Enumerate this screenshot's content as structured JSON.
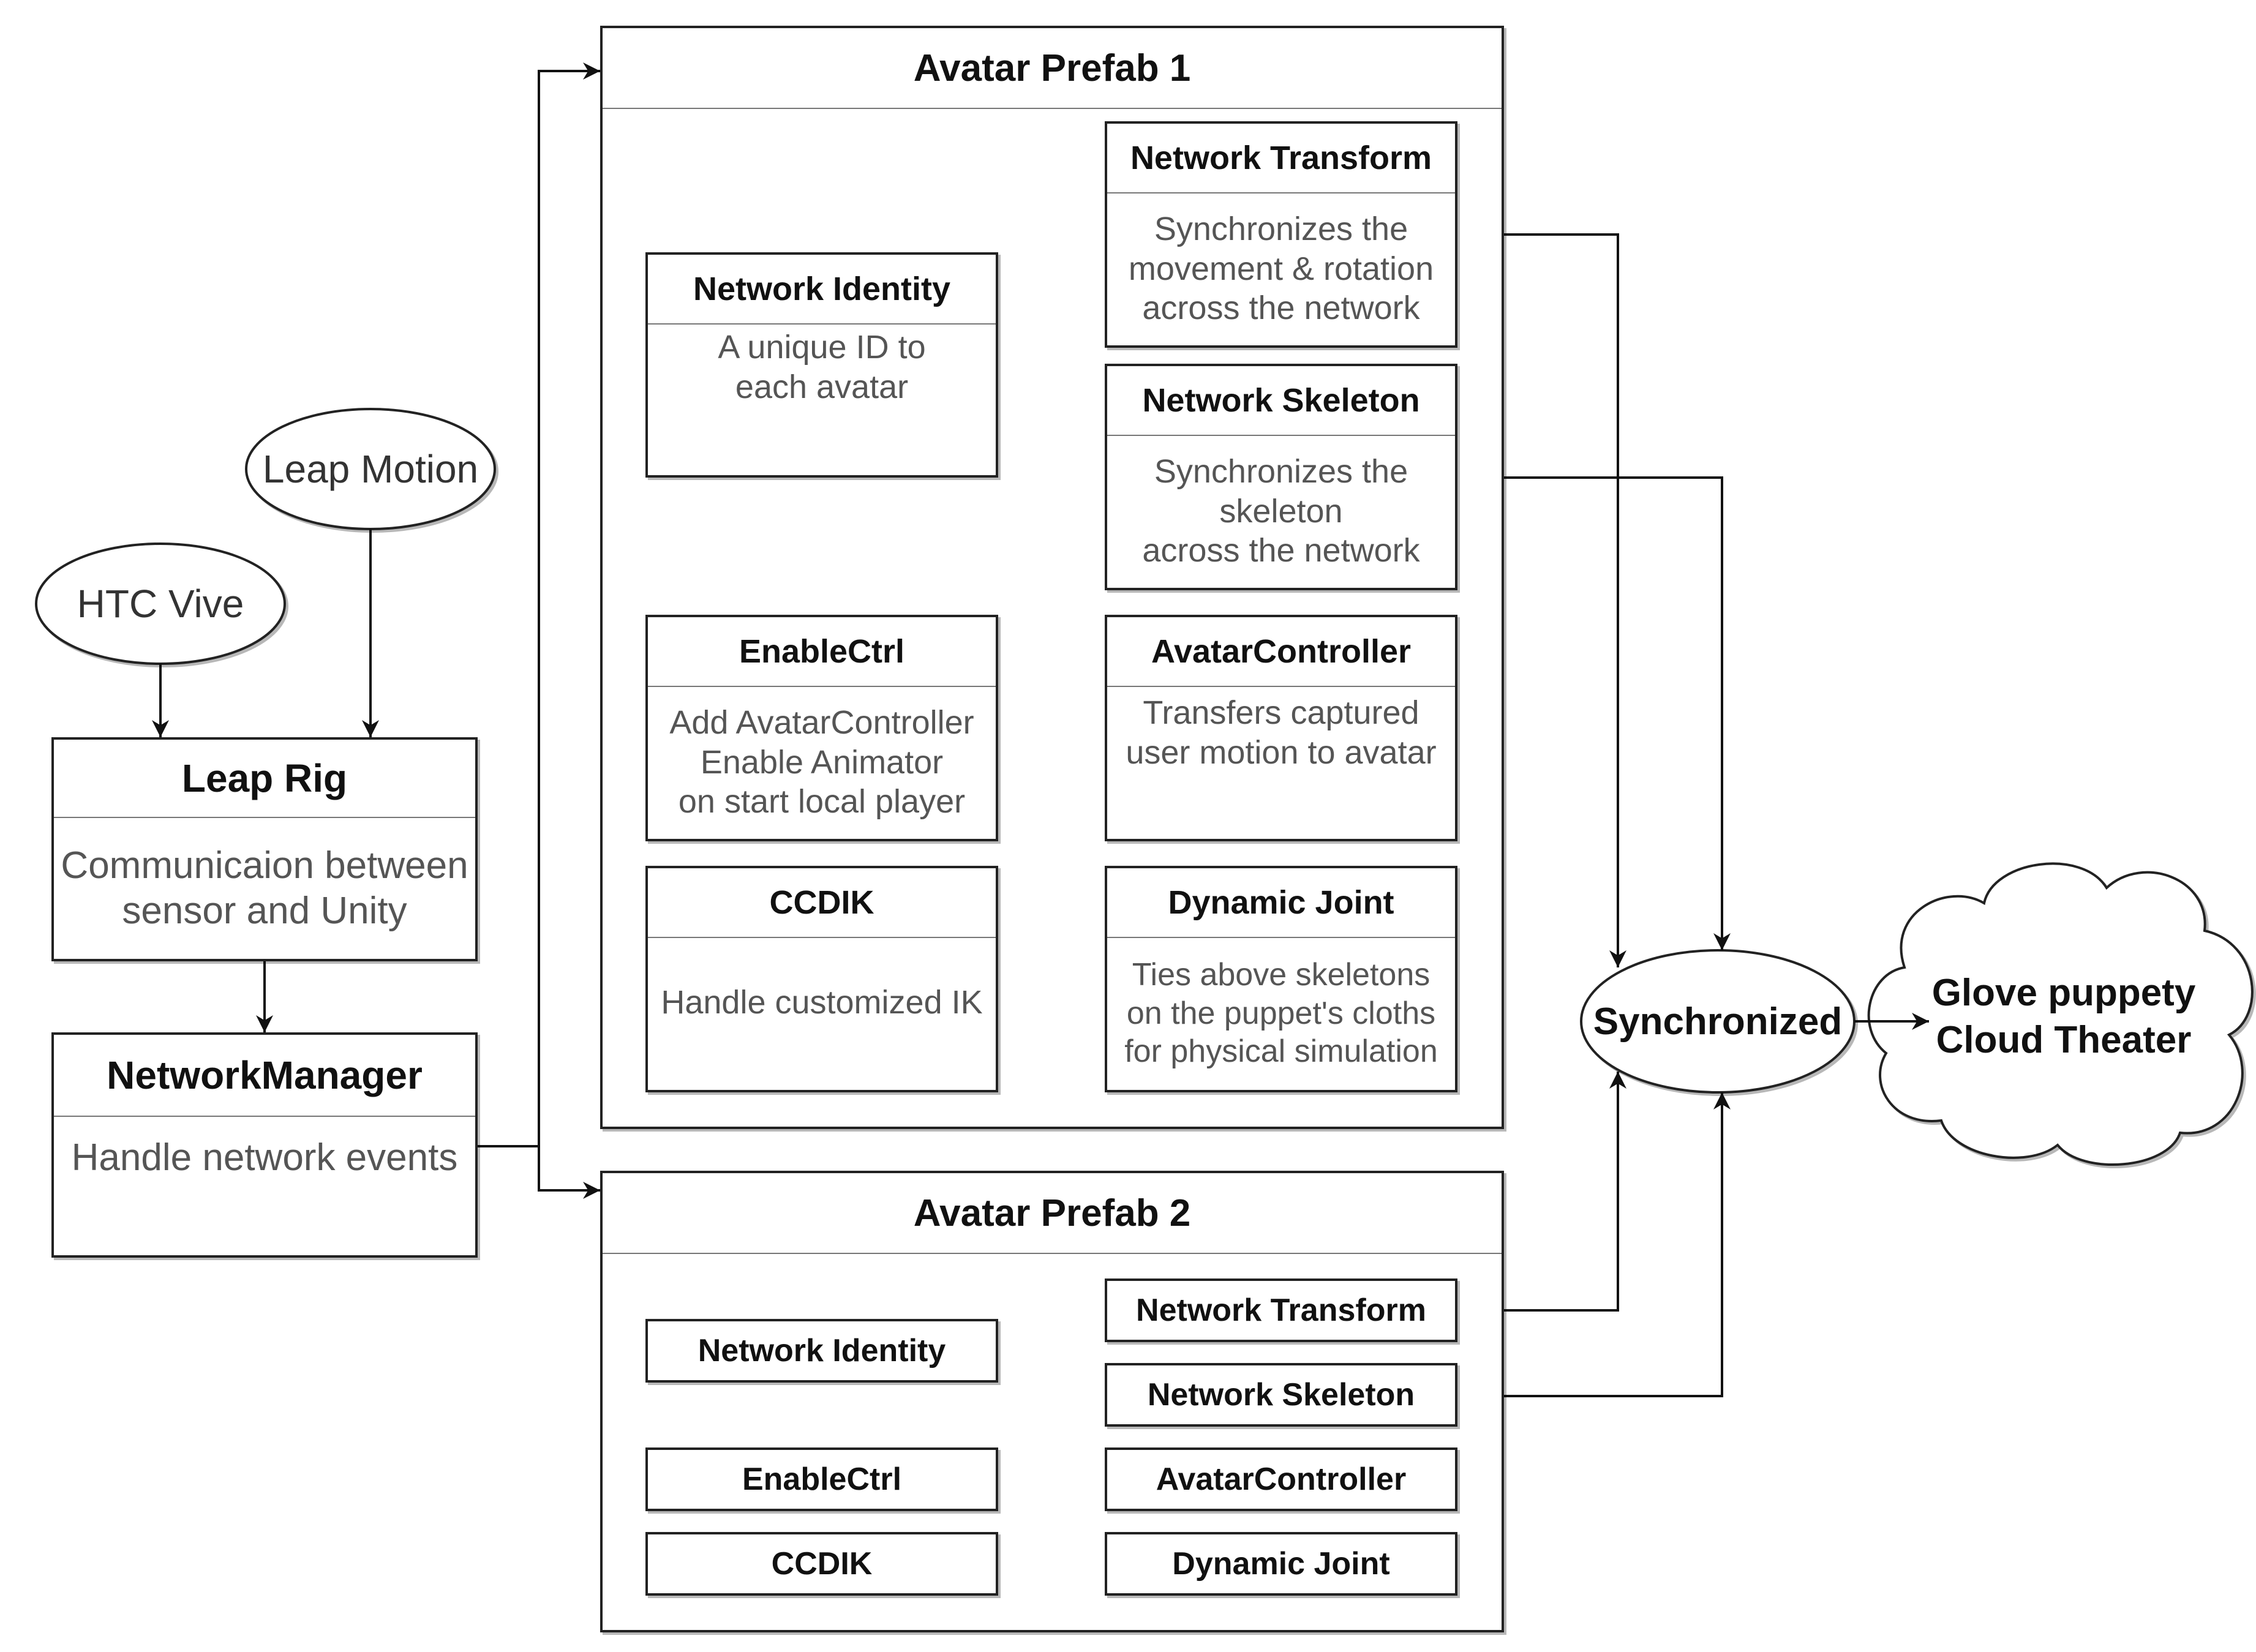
{
  "leap_motion": "Leap Motion",
  "htc_vive": "HTC Vive",
  "leap_rig": {
    "title": "Leap Rig",
    "desc": "Communicaion between\nsensor and Unity"
  },
  "network_manager": {
    "title": "NetworkManager",
    "desc": "Handle network events"
  },
  "prefab1": {
    "title": "Avatar Prefab 1",
    "network_identity": {
      "title": "Network Identity",
      "desc": "A unique ID to\neach avatar"
    },
    "network_transform": {
      "title": "Network Transform",
      "desc": "Synchronizes the\nmovement & rotation\nacross the network"
    },
    "network_skeleton": {
      "title": "Network Skeleton",
      "desc": "Synchronizes the\nskeleton\nacross the network"
    },
    "enable_ctrl": {
      "title": "EnableCtrl",
      "desc": "Add AvatarController\nEnable Animator\non start local player"
    },
    "avatar_controller": {
      "title": "AvatarController",
      "desc": "Transfers captured\nuser motion to avatar"
    },
    "ccdik": {
      "title": "CCDIK",
      "desc": "Handle customized IK"
    },
    "dynamic_joint": {
      "title": "Dynamic Joint",
      "desc": "Ties above skeletons\non the puppet's cloths\nfor physical simulation"
    }
  },
  "prefab2": {
    "title": "Avatar Prefab 2",
    "network_identity": "Network Identity",
    "network_transform": "Network Transform",
    "network_skeleton": "Network Skeleton",
    "enable_ctrl": "EnableCtrl",
    "avatar_controller": "AvatarController",
    "ccdik": "CCDIK",
    "dynamic_joint": "Dynamic Joint"
  },
  "synchronized": "Synchronized",
  "cloud": {
    "line1": "Glove puppety",
    "line2": "Cloud Theater"
  },
  "colors": {
    "line": "#111111",
    "border": "#222222",
    "desc_text": "#555555"
  }
}
